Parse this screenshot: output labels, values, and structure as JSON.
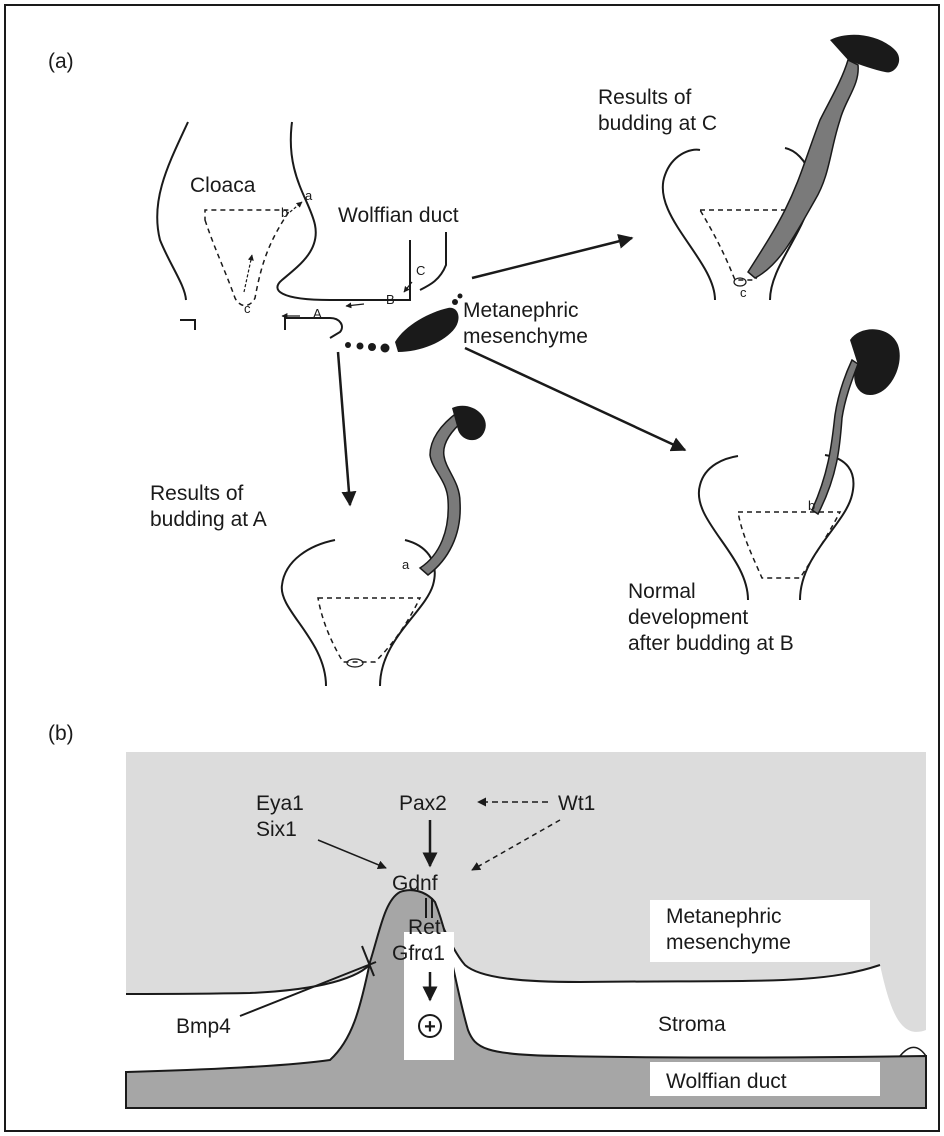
{
  "panel_a": {
    "label": "(a)",
    "cloaca": "Cloaca",
    "wolffian_duct": "Wolffian duct",
    "metanephric_line1": "Metanephric",
    "metanephric_line2": "mesenchyme",
    "bud_points": {
      "A": "A",
      "B": "B",
      "C": "C"
    },
    "dest_points": {
      "a": "a",
      "b": "b",
      "c": "c"
    },
    "result_c_line1": "Results of",
    "result_c_line2": "budding at C",
    "result_a_line1": "Results of",
    "result_a_line2": "budding at A",
    "normal_line1": "Normal",
    "normal_line2": "development",
    "normal_line3": "after budding at B"
  },
  "panel_b": {
    "label": "(b)",
    "eya1": "Eya1",
    "six1": "Six1",
    "pax2": "Pax2",
    "wt1": "Wt1",
    "gdnf": "Gdnf",
    "ret": "Ret",
    "gfra1": "Gfrα1",
    "bmp4": "Bmp4",
    "metanephric_line1": "Metanephric",
    "metanephric_line2": "mesenchyme",
    "stroma": "Stroma",
    "wolffian_duct": "Wolffian duct",
    "plus_symbol": "+"
  },
  "colors": {
    "ink": "#1a1a1a",
    "mesenchyme_fill": "#dcdcdc",
    "duct_fill": "#a6a6a6",
    "ureter_fill": "#7a7a7a"
  }
}
